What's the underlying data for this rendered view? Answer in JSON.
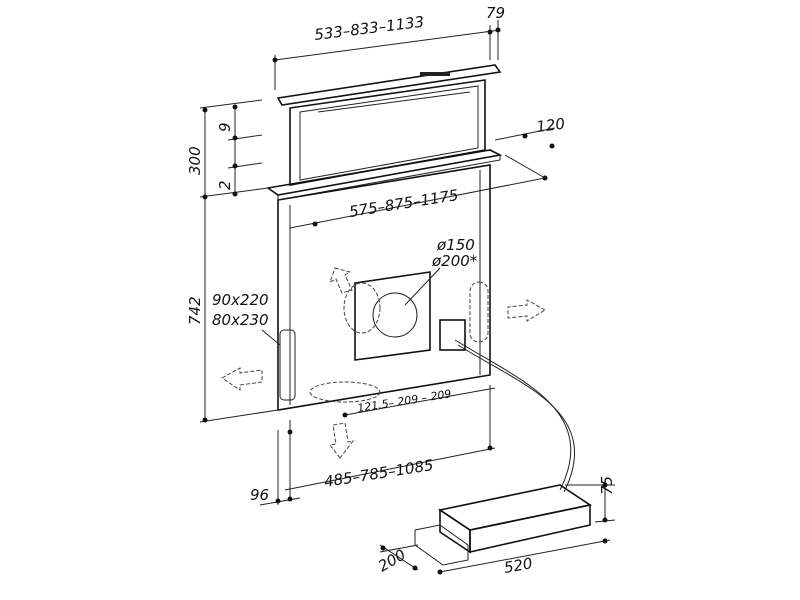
{
  "dimensions": {
    "top_width": "533–833–1133",
    "top_depth": "79",
    "height_9": "9",
    "total_height": "300",
    "height_2": "2",
    "frame_depth": "120",
    "frame_width": "575–875–1175",
    "duct_dia_1": "ø150",
    "duct_dia_2": "ø200*",
    "body_height": "742",
    "side_outlet_1": "90x220",
    "side_outlet_2": "80x230",
    "outlet_spacing": "121.5– 209 – 209",
    "body_width": "485–785–1085",
    "bottom_depth": "96",
    "motor_height": "75",
    "motor_depth": "200",
    "motor_length": "520"
  }
}
